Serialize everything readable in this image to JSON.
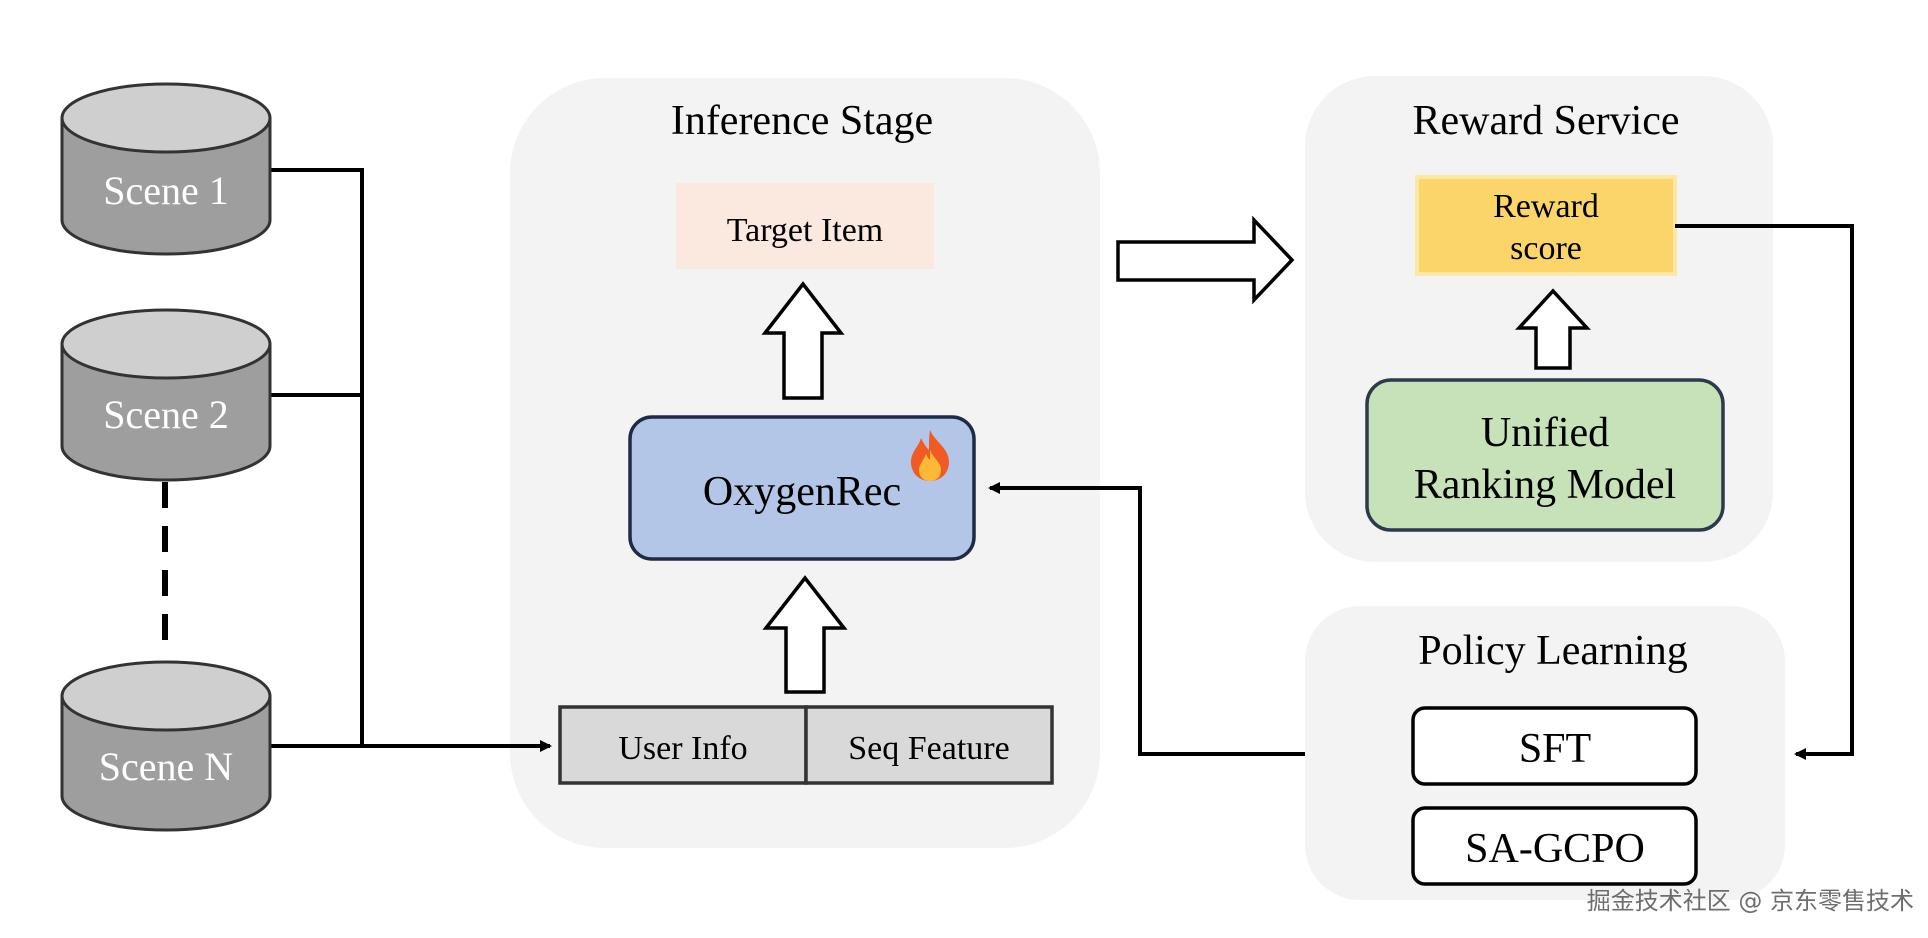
{
  "scenes": [
    {
      "label": "Scene 1"
    },
    {
      "label": "Scene 2"
    },
    {
      "label": "Scene N"
    }
  ],
  "inference": {
    "title": "Inference Stage",
    "target_item": "Target Item",
    "model": "OxygenRec",
    "model_icon": "fire-icon",
    "inputs": [
      "User Info",
      "Seq Feature"
    ]
  },
  "reward": {
    "title": "Reward Service",
    "score_line1": "Reward",
    "score_line2": "score",
    "model_line1": "Unified",
    "model_line2": "Ranking Model"
  },
  "policy": {
    "title": "Policy Learning",
    "methods": [
      "SFT",
      "SA-GCPO"
    ]
  },
  "watermark": "掘金技术社区 @ 京东零售技术",
  "colors": {
    "cylinder_fill": "#9e9e9e",
    "cylinder_top": "#cfcfcf",
    "panel": "#f3f3f3",
    "target_item": "#fbe9e0",
    "model_fill": "#b3c6e7",
    "model_border": "#1f2a44",
    "input_fill": "#d9d9d9",
    "score_fill": "#fbd56a",
    "score_border": "#fde7a6",
    "ranking_fill": "#c7e1b8",
    "ranking_border": "#2c3a4a"
  }
}
